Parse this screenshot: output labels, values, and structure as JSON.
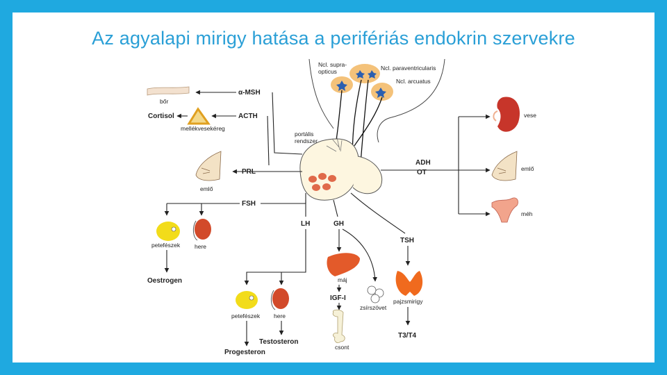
{
  "slide": {
    "title": "Az agyalapi mirigy hatása a perifériás endokrin szervekre"
  },
  "nuclei": {
    "supraopticus_line1": "Ncl. supra-",
    "supraopticus_line2": "opticus",
    "paraventricularis": "Ncl. paraventricularis",
    "arcuatus": "Ncl. arcuatus"
  },
  "portal": {
    "line1": "portális",
    "line2": "rendszer"
  },
  "hormones": {
    "msh": "α-MSH",
    "acth": "ACTH",
    "prl": "PRL",
    "fsh": "FSH",
    "lh": "LH",
    "gh": "GH",
    "tsh": "TSH",
    "adh": "ADH",
    "ot": "OT",
    "igf": "IGF-I",
    "t3t4": "T3/T4"
  },
  "products": {
    "cortisol": "Cortisol",
    "oestrogen": "Oestrogen",
    "testosteron": "Testosteron",
    "progesteron": "Progesteron"
  },
  "organs": {
    "bor": "bőr",
    "mellekvesekereg": "mellékvesekéreg",
    "emlo_left": "emlő",
    "petefeszek_1": "petefészek",
    "here_1": "here",
    "petefeszek_2": "petefészek",
    "here_2": "here",
    "maj": "máj",
    "zsirszovet": "zsírszövet",
    "csont": "csont",
    "pajzsmirigy": "pajzsmirigy",
    "vese": "vese",
    "emlo_right": "emlő",
    "meh": "méh"
  },
  "colors": {
    "accent": "#2a9fd6",
    "frame": "#1fa9e0",
    "gland": "#fdf6e0",
    "nucleus": "#f4c27a",
    "liver": "#e35a2a",
    "thyroid": "#f06a1e",
    "ovary": "#f2dc1a",
    "testis": "#d24a2a",
    "kidney": "#c7352a",
    "uterus": "#f2a48c"
  }
}
